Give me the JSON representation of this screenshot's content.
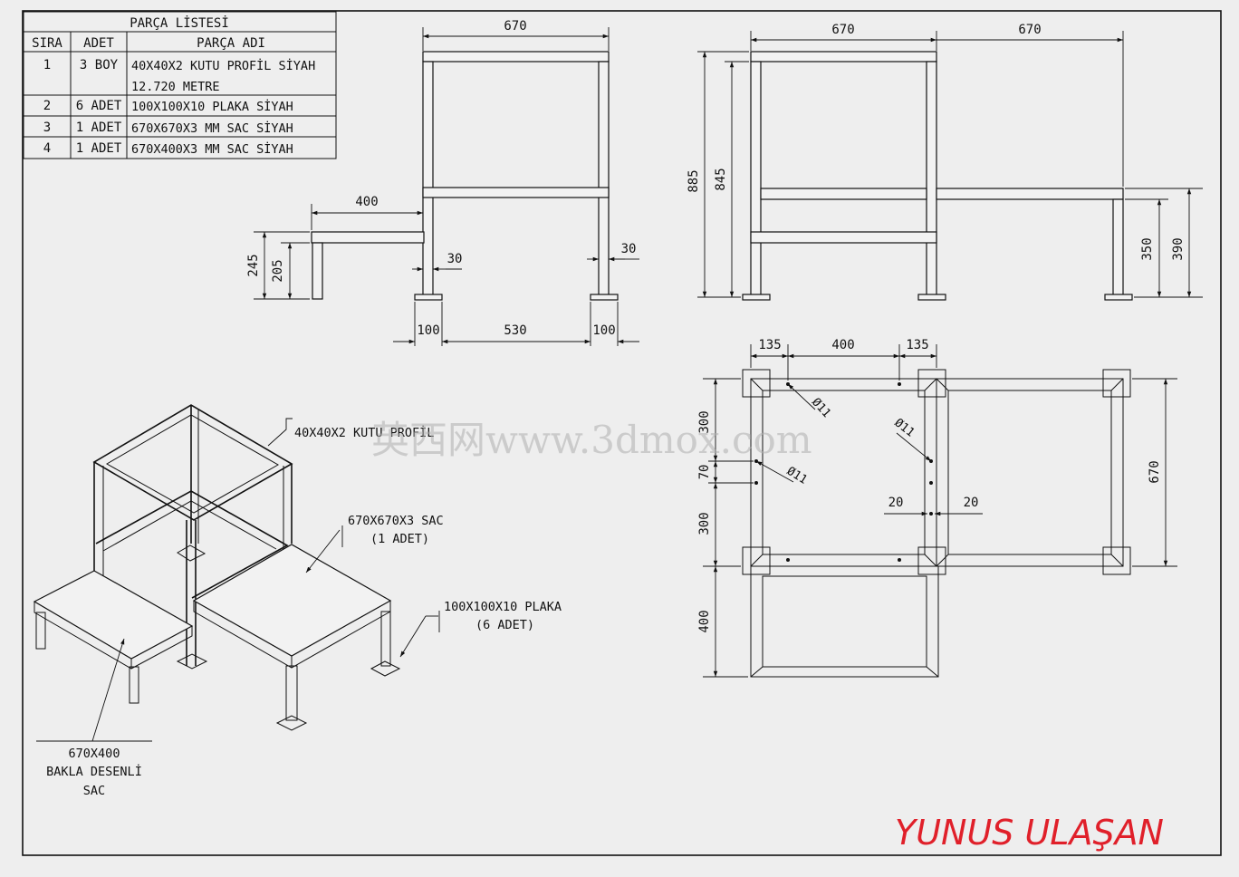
{
  "parts_list": {
    "title": "PARÇA LİSTESİ",
    "headers": [
      "SIRA",
      "ADET",
      "PARÇA ADI"
    ],
    "rows": [
      {
        "no": "1",
        "qty": "3 BOY",
        "name": "40X40X2 KUTU PROFİL SİYAH",
        "name2": "12.720 METRE"
      },
      {
        "no": "2",
        "qty": "6 ADET",
        "name": "100X100X10 PLAKA SİYAH"
      },
      {
        "no": "3",
        "qty": "1 ADET",
        "name": "670X670X3 MM SAC SİYAH"
      },
      {
        "no": "4",
        "qty": "1 ADET",
        "name": "670X400X3 MM SAC SİYAH"
      }
    ]
  },
  "front_view": {
    "dims": {
      "top": "670",
      "step": "400",
      "h245": "245",
      "h205": "205",
      "t30a": "30",
      "t30b": "30",
      "b100a": "100",
      "b530": "530",
      "b100b": "100"
    }
  },
  "side_view": {
    "dims": {
      "top1": "670",
      "top2": "670",
      "h885": "885",
      "h845": "845",
      "h350": "350",
      "h390": "390"
    }
  },
  "plan_view": {
    "dims": {
      "d135a": "135",
      "d400": "400",
      "d135b": "135",
      "d300a": "300",
      "d70": "70",
      "d300b": "300",
      "d400v": "400",
      "d670": "670",
      "d20a": "20",
      "d20b": "20",
      "hole1": "Ø11",
      "hole2": "Ø11",
      "hole3": "Ø11"
    }
  },
  "iso_labels": {
    "profile": "40X40X2 KUTU PROFİL",
    "sheet1": "670X670X3 SAC",
    "sheet1_qty": "(1 ADET)",
    "plate": "100X100X10 PLAKA",
    "plate_qty": "(6 ADET)",
    "sheet2_l1": "670X400",
    "sheet2_l2": "BAKLA DESENLİ",
    "sheet2_l3": "SAC"
  },
  "watermark": "英西网www.3dmox.com",
  "author": "YUNUS ULAŞAN",
  "colors": {
    "paper": "#eeeeee",
    "line": "#111111",
    "author": "#e0202a",
    "watermark": "#b0b0b0"
  }
}
